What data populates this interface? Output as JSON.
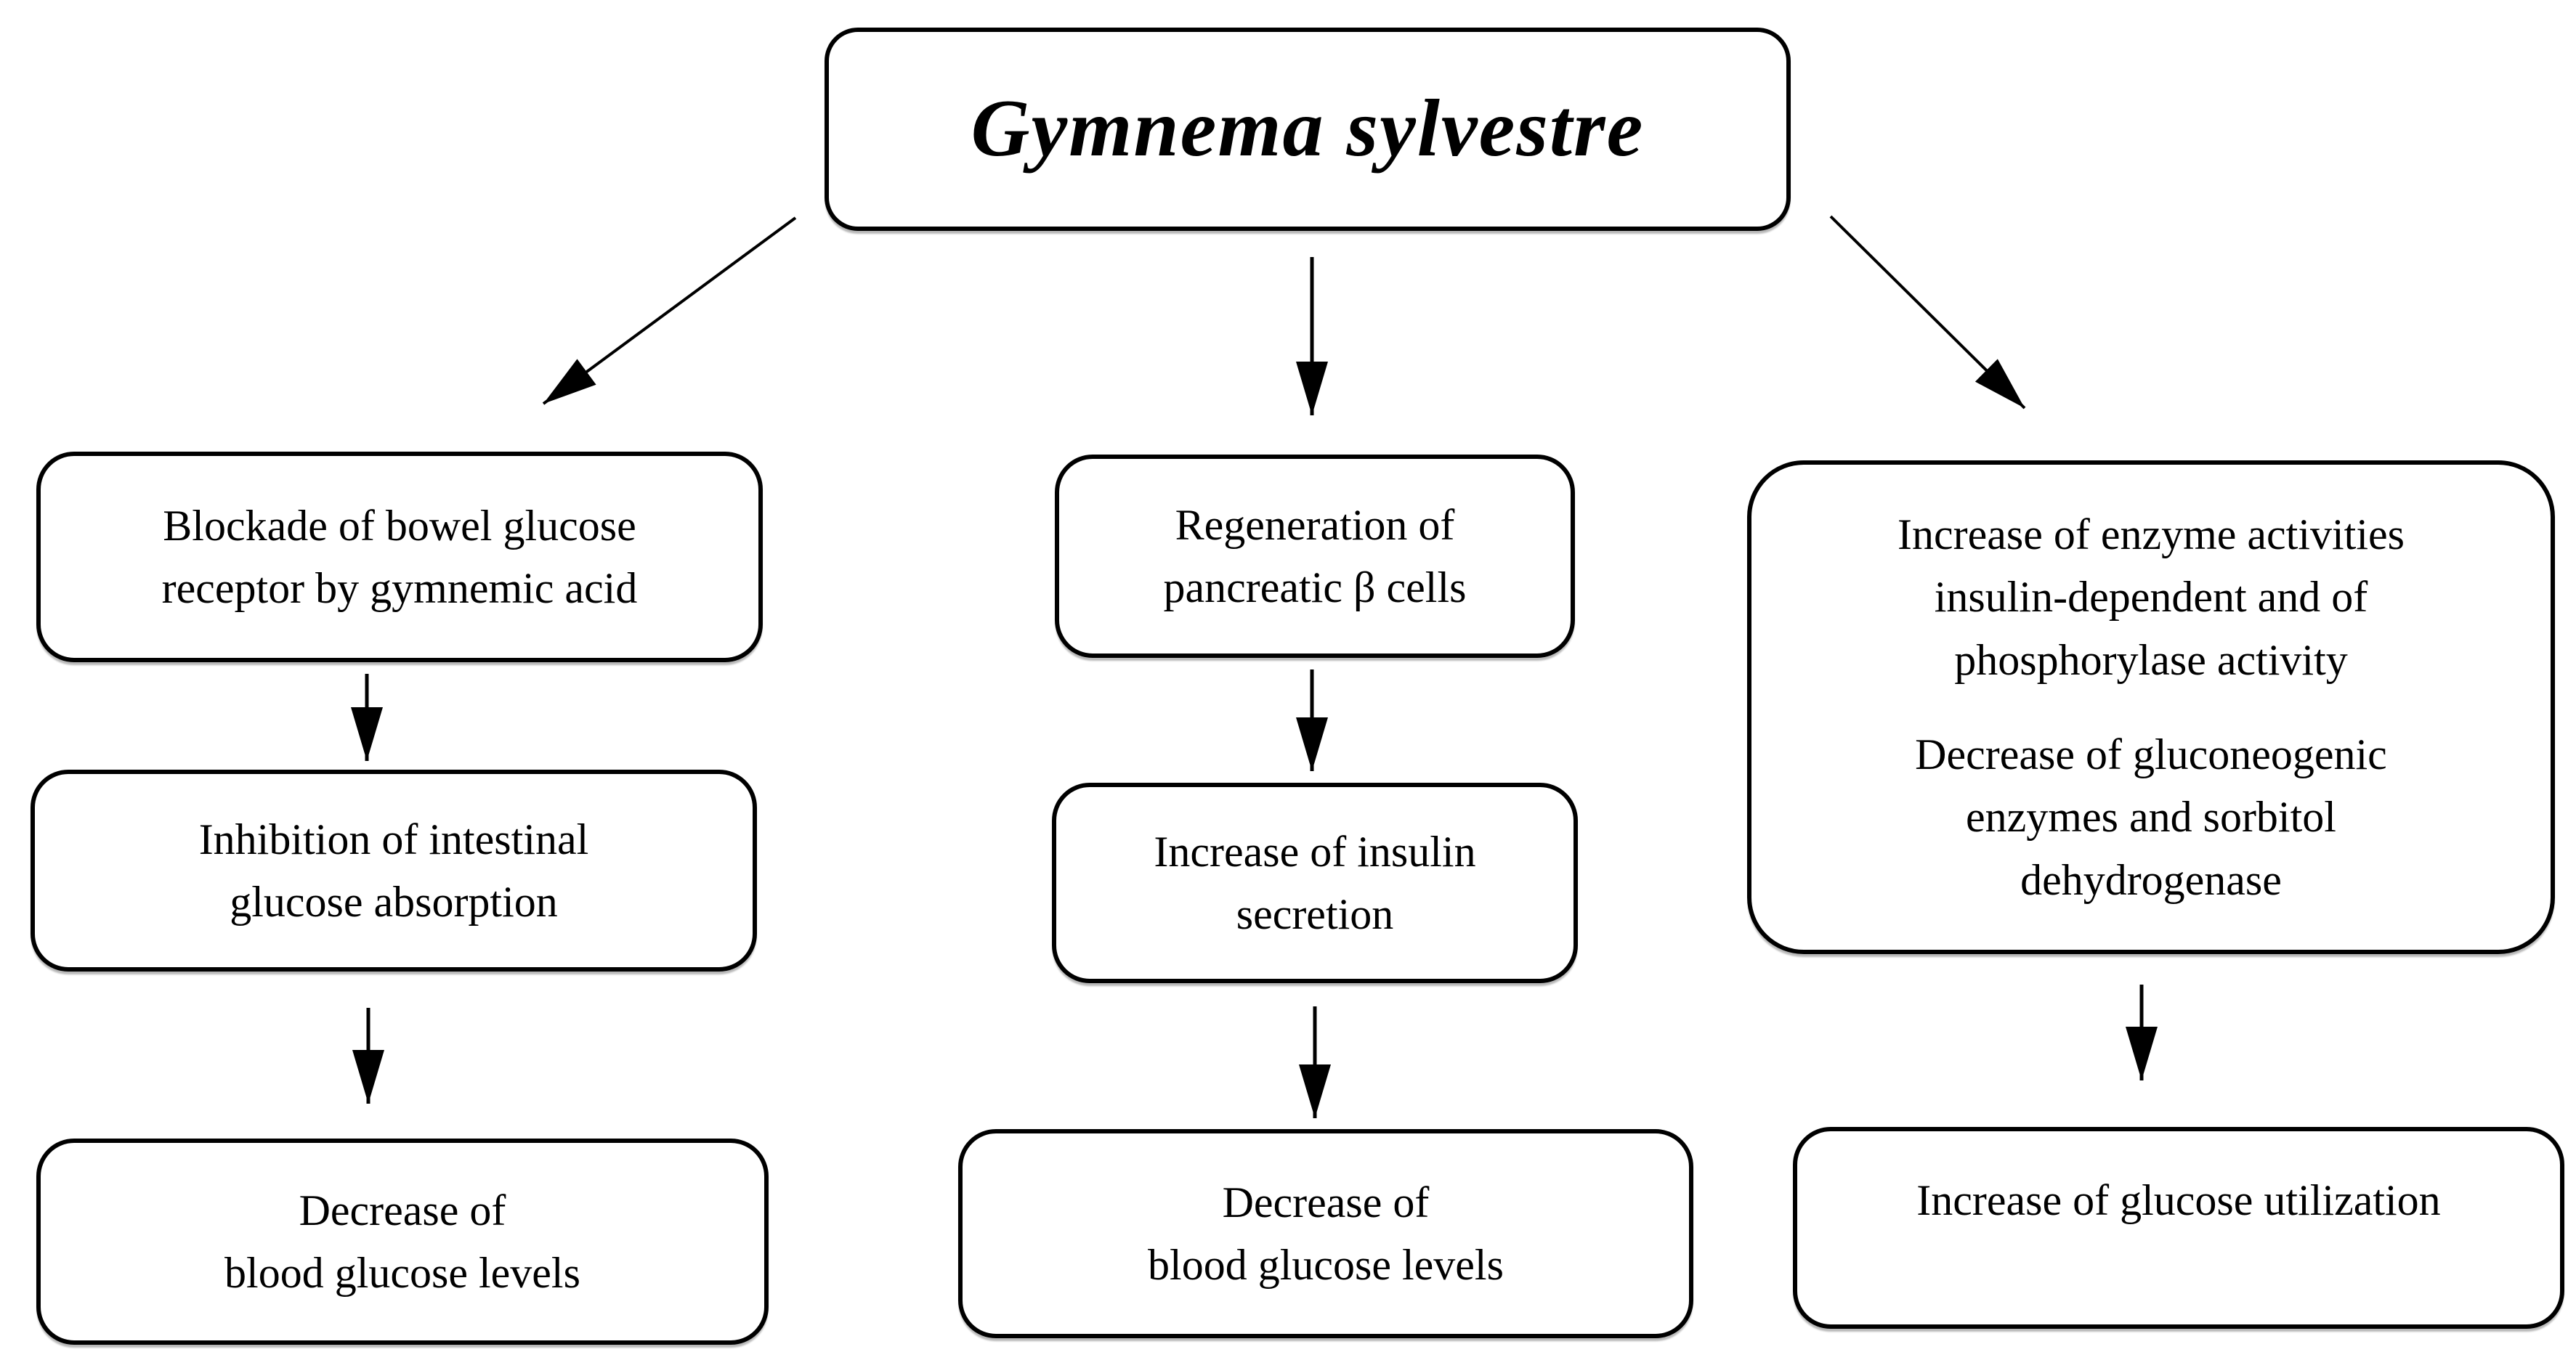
{
  "figure": {
    "title": "Gymnema sylvestre",
    "left_column": {
      "box1": "Blockade of bowel glucose\nreceptor by gymnemic acid",
      "box2": "Inhibition of intestinal\nglucose absorption",
      "box3": "Decrease of\nblood glucose levels"
    },
    "middle_column": {
      "box1": "Regeneration of\npancreatic β cells",
      "box2": "Increase of insulin\nsecretion",
      "box3": "Decrease of\nblood glucose levels"
    },
    "right_column": {
      "box1_paragraph1": "Increase of enzyme activities\ninsulin-dependent and of\nphosphorylase activity",
      "box1_paragraph2": "Decrease of gluconeogenic\nenzymes and sorbitol\ndehydrogenase",
      "box2": "Increase of glucose utilization"
    },
    "colors": {
      "ink": "#000000",
      "background": "#ffffff"
    }
  }
}
